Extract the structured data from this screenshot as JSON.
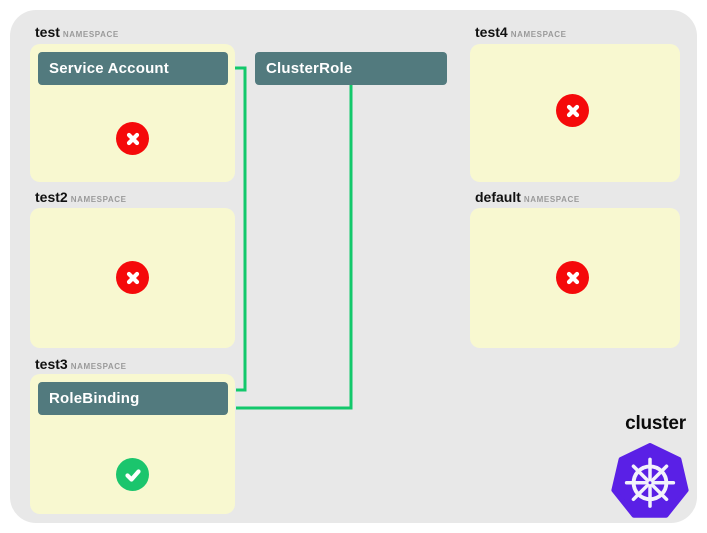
{
  "diagram": {
    "cluster_label": "cluster",
    "cluster_scoped_resource": {
      "label": "ClusterRole"
    },
    "namespaces": [
      {
        "name": "test",
        "tag": "NAMESPACE",
        "resource": "Service Account",
        "status": "error"
      },
      {
        "name": "test2",
        "tag": "NAMESPACE",
        "resource": null,
        "status": "error"
      },
      {
        "name": "test3",
        "tag": "NAMESPACE",
        "resource": "RoleBinding",
        "status": "success"
      },
      {
        "name": "test4",
        "tag": "NAMESPACE",
        "resource": null,
        "status": "error"
      },
      {
        "name": "default",
        "tag": "NAMESPACE",
        "resource": null,
        "status": "error"
      }
    ],
    "connections": [
      {
        "from": "Service Account",
        "to": "RoleBinding"
      },
      {
        "from": "ClusterRole",
        "to": "RoleBinding"
      }
    ],
    "icons": {
      "error": "x-circle-icon",
      "success": "check-circle-icon",
      "logo": "kubernetes-helm-logo"
    },
    "colors": {
      "canvas": "#e8e8e8",
      "namespace_box": "#f8f8d0",
      "resource_header": "#527a7e",
      "connector": "#12c86b",
      "error": "#f50a0a",
      "success": "#1bc56d",
      "kubernetes_purple": "#5a20e6",
      "label_muted": "#9a9a9a"
    }
  }
}
